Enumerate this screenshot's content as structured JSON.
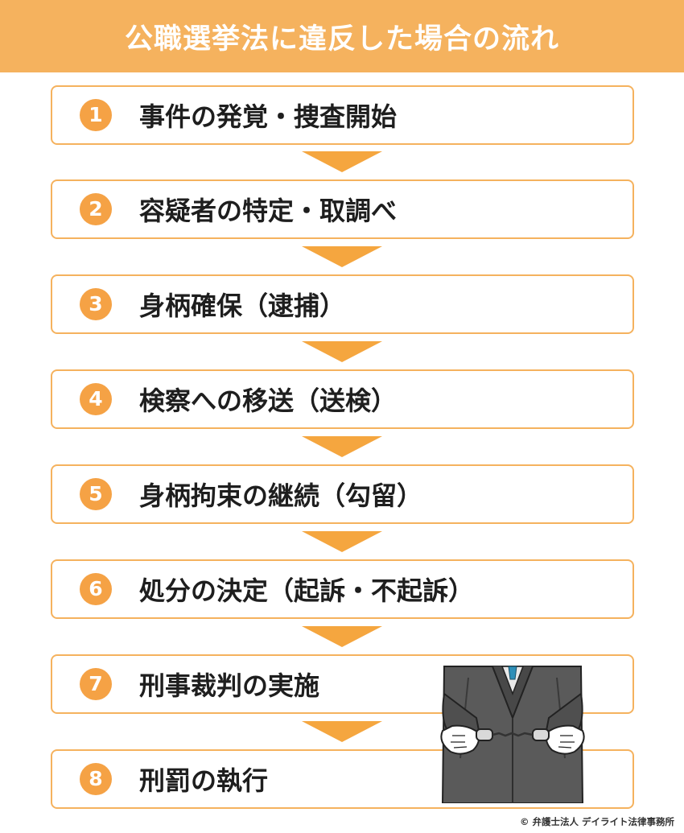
{
  "title": "公職選挙法に違反した場合の流れ",
  "steps": [
    {
      "number": "1",
      "label": "事件の発覚・捜査開始"
    },
    {
      "number": "2",
      "label": "容疑者の特定・取調べ"
    },
    {
      "number": "3",
      "label": "身柄確保（逮捕）"
    },
    {
      "number": "4",
      "label": "検察への移送（送検）"
    },
    {
      "number": "5",
      "label": "身柄拘束の継続（勾留）"
    },
    {
      "number": "6",
      "label": "処分の決定（起訴・不起訴）"
    },
    {
      "number": "7",
      "label": "刑事裁判の実施"
    },
    {
      "number": "8",
      "label": "刑罰の執行"
    }
  ],
  "illustration": "handcuffed-suspect-illustration",
  "credit": "© 弁護士法人 デイライト法律事務所",
  "colors": {
    "header": "#f5b25e",
    "accent": "#f5a245",
    "arrow": "#f5a63f",
    "border": "#f5b25e"
  }
}
